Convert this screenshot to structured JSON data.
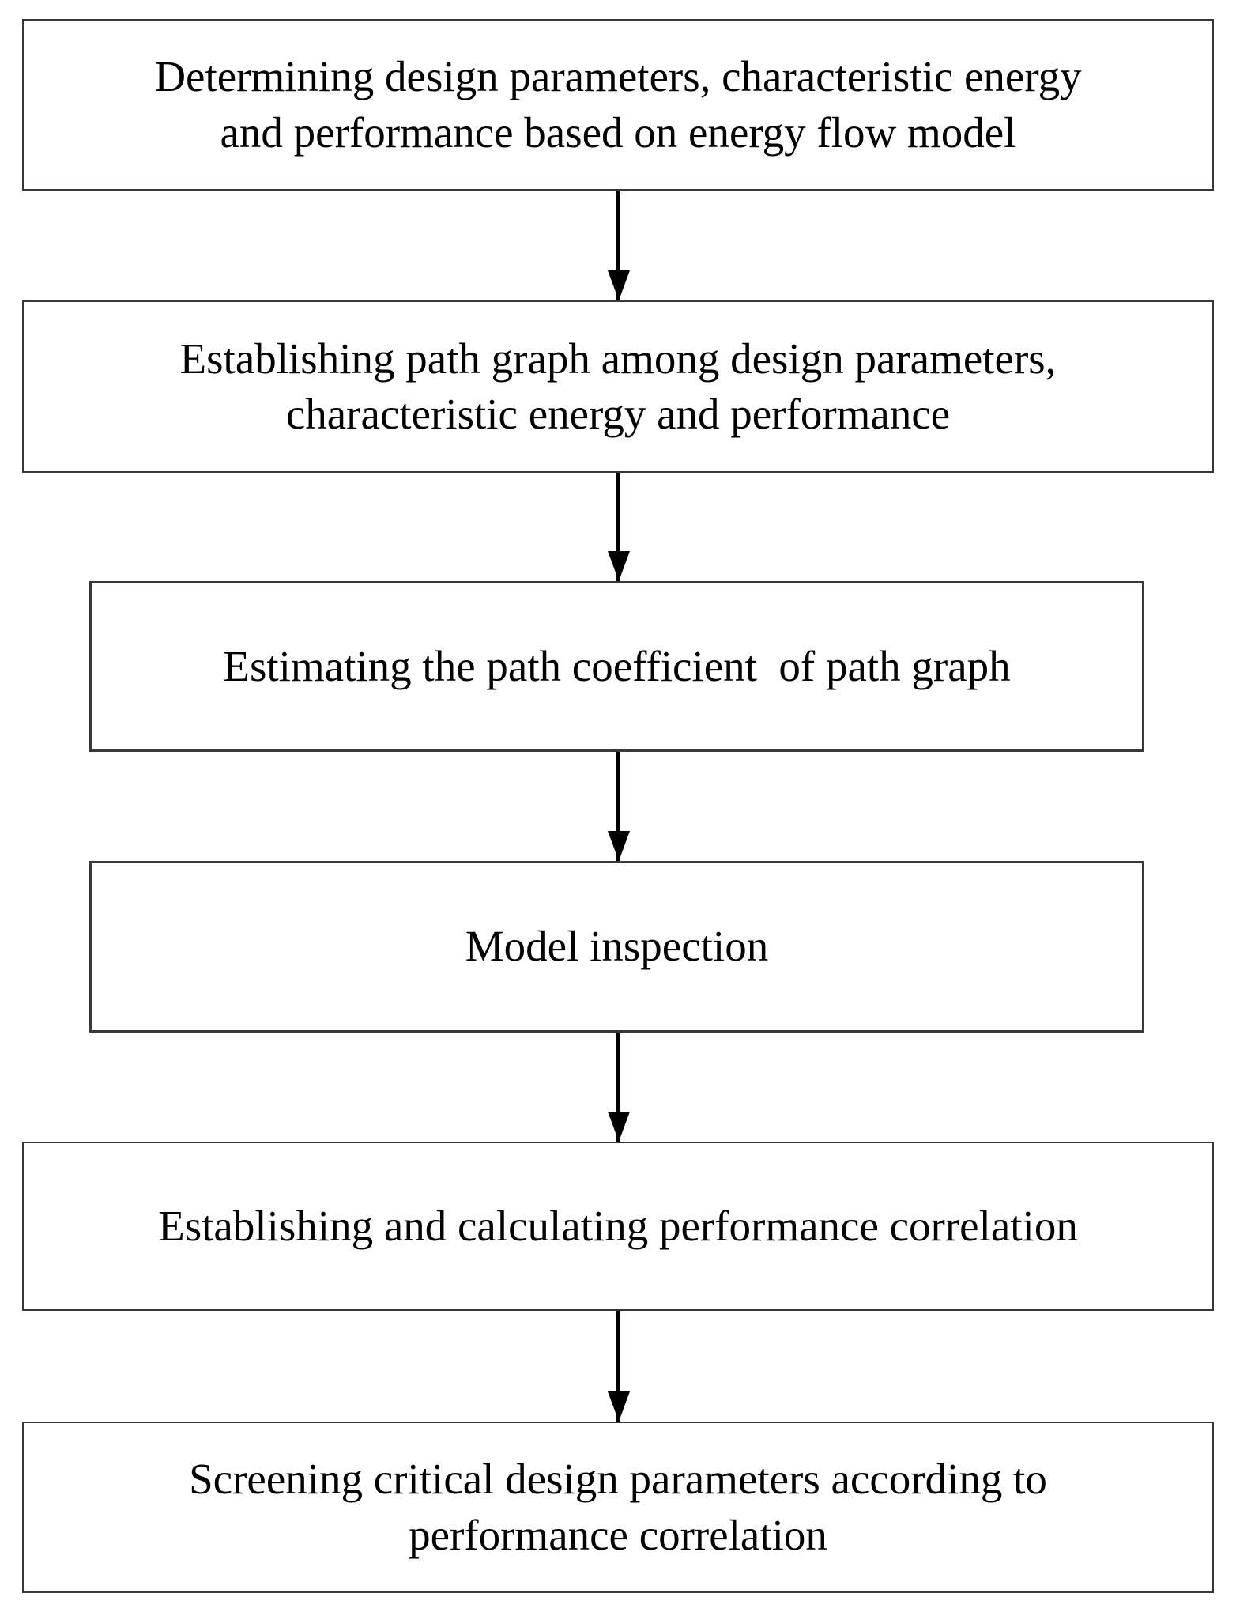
{
  "diagram": {
    "type": "flowchart",
    "direction": "top-down",
    "steps": [
      {
        "lines": [
          "Determining design parameters, characteristic energy",
          "and performance based on energy flow model"
        ]
      },
      {
        "lines": [
          "Establishing path graph among design parameters,",
          "characteristic energy and performance"
        ]
      },
      {
        "lines": [
          "Estimating the path coefficient  of path graph"
        ]
      },
      {
        "lines": [
          "Model inspection"
        ]
      },
      {
        "lines": [
          "Establishing and calculating performance correlation"
        ]
      },
      {
        "lines": [
          "Screening critical design parameters according to",
          "performance correlation"
        ]
      }
    ],
    "connectors": [
      {
        "from": 1,
        "to": 2,
        "shape": "down-arrow"
      },
      {
        "from": 2,
        "to": 3,
        "shape": "down-arrow"
      },
      {
        "from": 3,
        "to": 4,
        "shape": "down-arrow"
      },
      {
        "from": 4,
        "to": 5,
        "shape": "down-arrow"
      },
      {
        "from": 5,
        "to": 6,
        "shape": "down-arrow"
      }
    ],
    "colors": {
      "page_background": "#ffffff",
      "box_background": "#ffffff",
      "box_border": "#383838",
      "text": "#000000",
      "arrow": "#000000"
    }
  }
}
